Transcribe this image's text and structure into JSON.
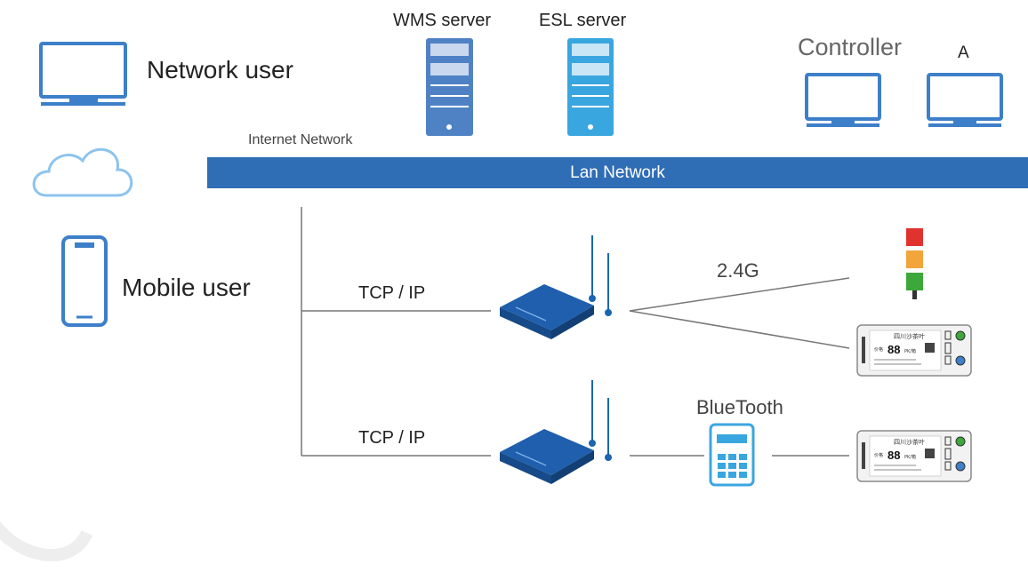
{
  "labels": {
    "network_user": "Network user",
    "mobile_user": "Mobile user",
    "wms_server": "WMS server",
    "esl_server": "ESL server",
    "controller": "Controller",
    "controller_a": "A",
    "internet_network": "Internet Network",
    "lan_network": "Lan Network",
    "tcp_ip_1": "TCP / IP",
    "tcp_ip_2": "TCP / IP",
    "freq_24g": "2.4G",
    "bluetooth": "BlueTooth"
  },
  "esl_tag": {
    "header": "四川沙茶叶",
    "price": "88",
    "unit": "PK/箱",
    "prefix": "价格"
  },
  "colors": {
    "accent": "#2f6db5",
    "icon_blue": "#3d7fc9",
    "wms_server": "#4f82c4",
    "esl_server": "#3aa6e0",
    "cloud": "#8cc4ee",
    "light_red": "#e0332d",
    "light_orange": "#f1a53a",
    "light_green": "#3da83a",
    "line": "#777777"
  }
}
